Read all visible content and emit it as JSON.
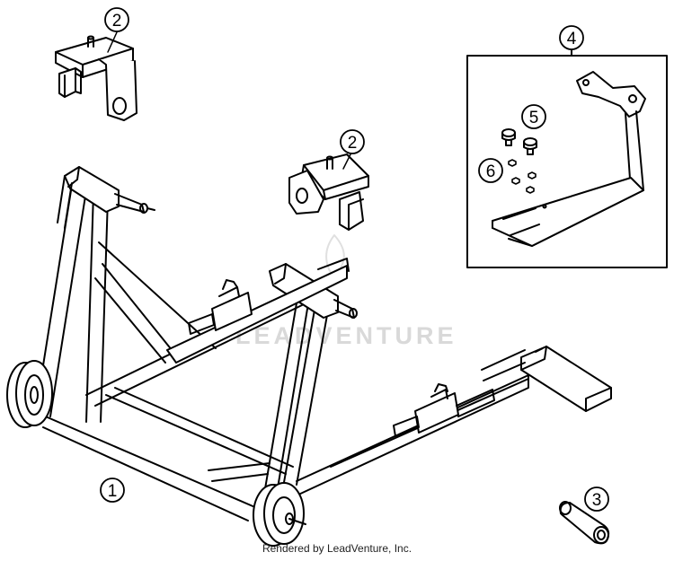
{
  "diagram": {
    "callouts": [
      {
        "id": "part-1",
        "label": "1"
      },
      {
        "id": "part-2a",
        "label": "2"
      },
      {
        "id": "part-2b",
        "label": "2"
      },
      {
        "id": "part-3",
        "label": "3"
      },
      {
        "id": "part-4",
        "label": "4"
      },
      {
        "id": "part-5",
        "label": "5"
      },
      {
        "id": "part-6",
        "label": "6"
      }
    ]
  },
  "watermark": {
    "text": "LEADVENTURE"
  },
  "footer": {
    "text": "Rendered by LeadVenture, Inc."
  },
  "colors": {
    "line": "#000000",
    "background": "#ffffff",
    "watermark": "#d9d9d9"
  }
}
